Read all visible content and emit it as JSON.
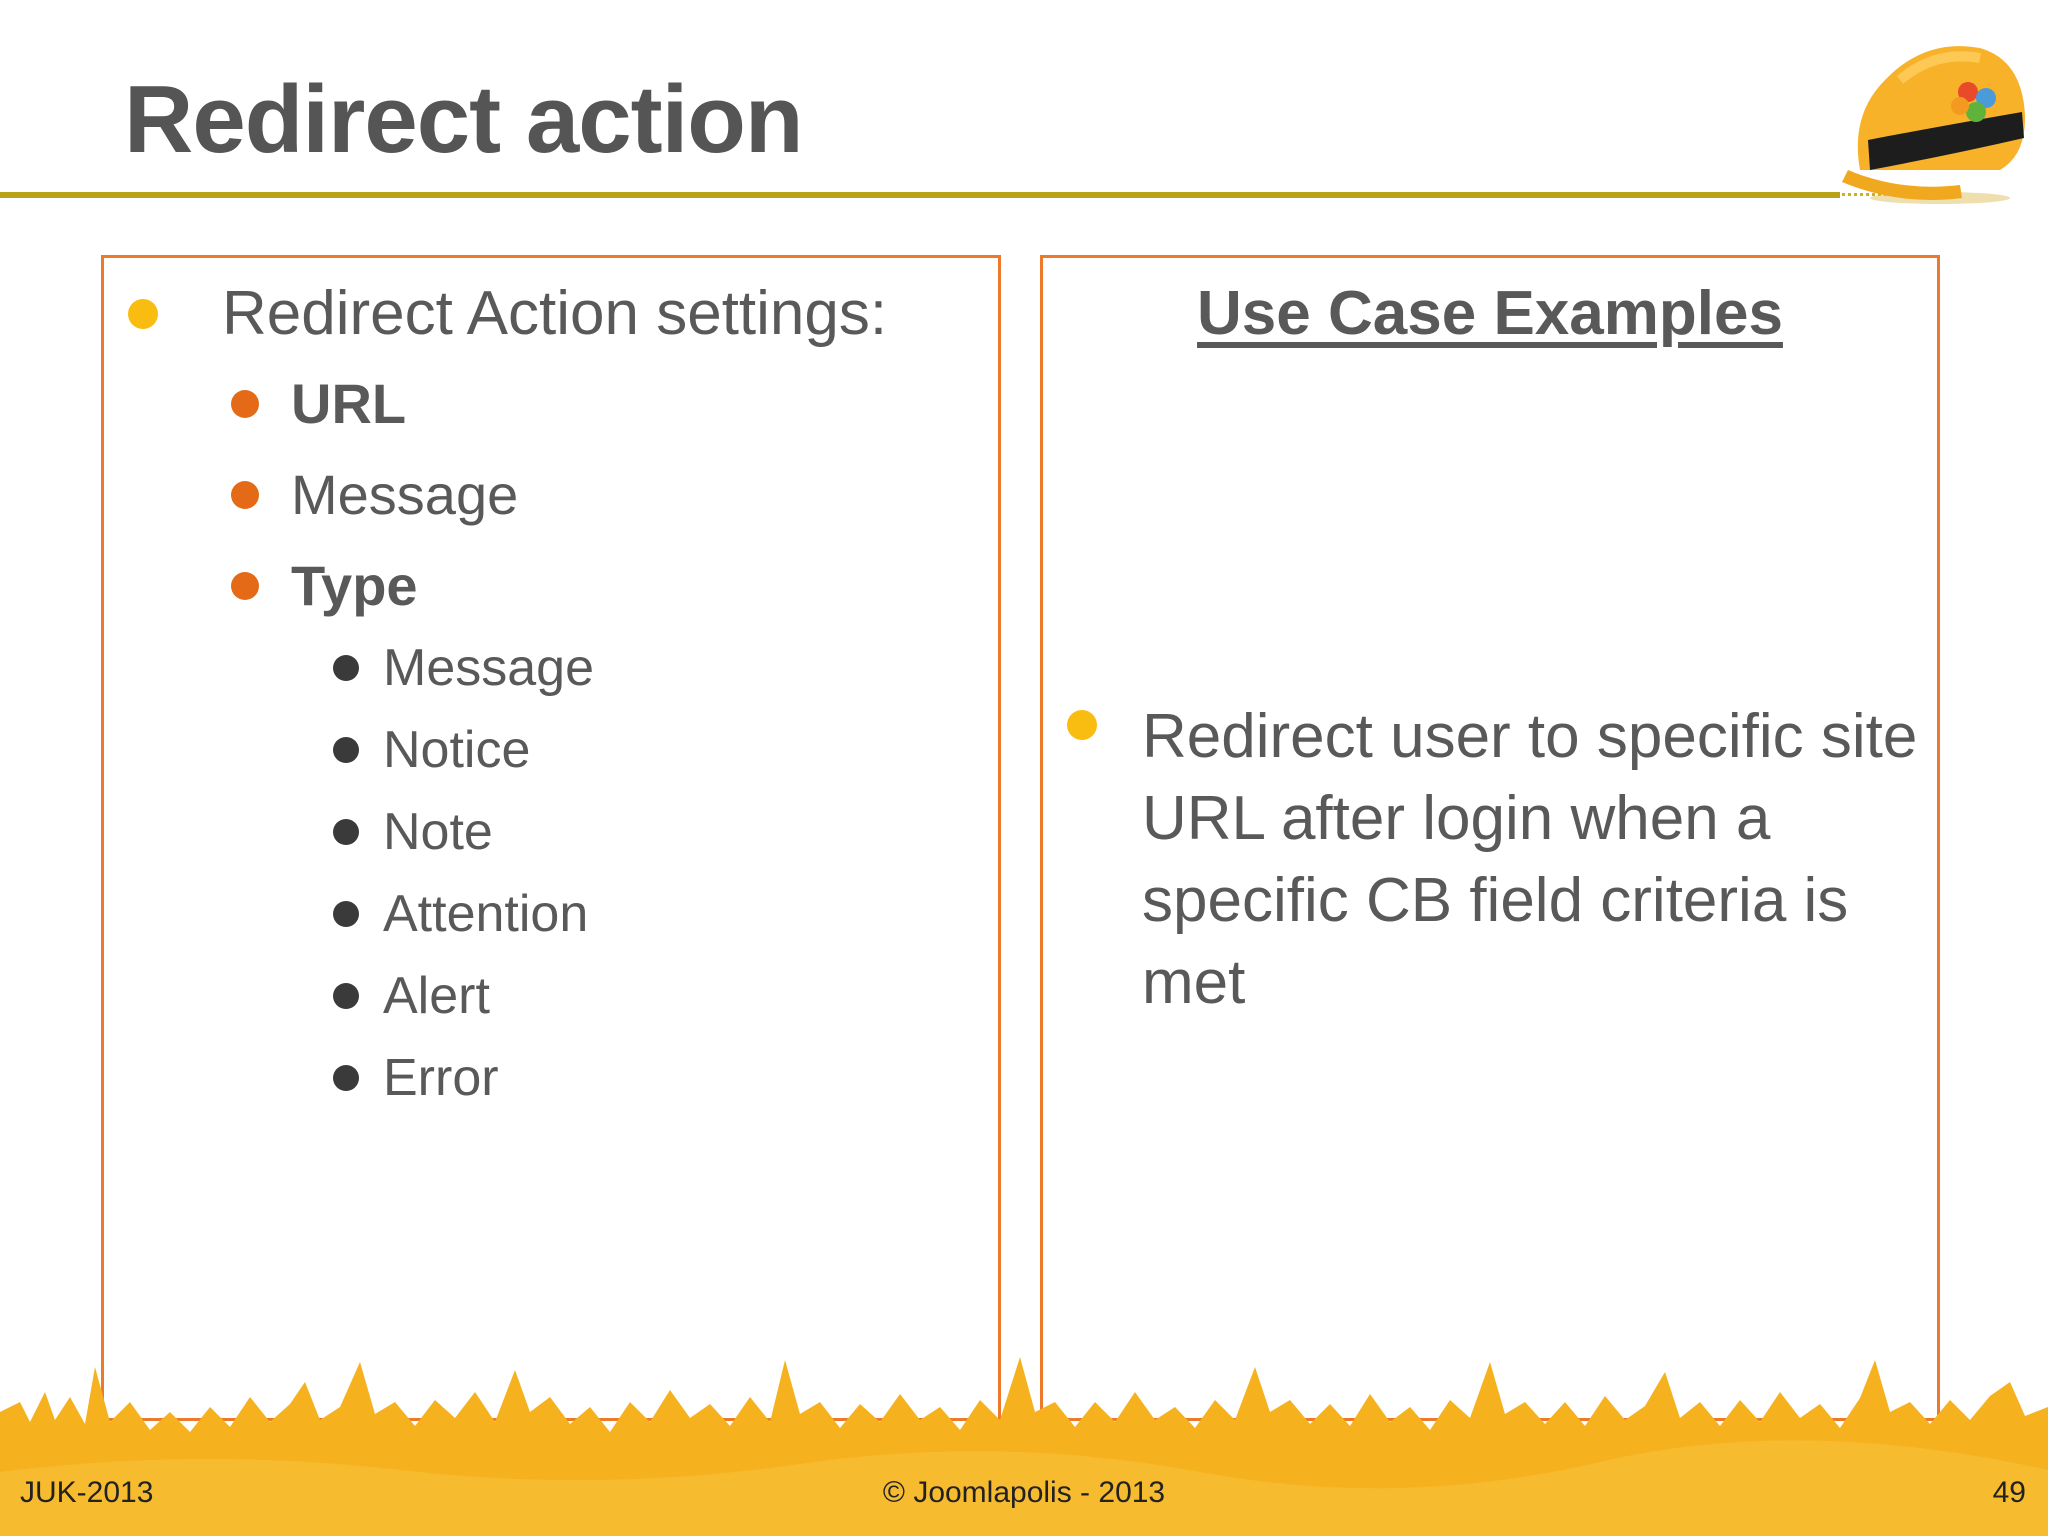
{
  "slide": {
    "title": "Redirect action",
    "slide_number": "49"
  },
  "left_panel": {
    "heading": "Redirect Action settings:",
    "items": [
      {
        "label": "URL"
      },
      {
        "label": "Message"
      },
      {
        "label": "Type"
      }
    ],
    "type_options": [
      "Message",
      "Notice",
      "Note",
      "Attention",
      "Alert",
      "Error"
    ]
  },
  "right_panel": {
    "heading": "Use Case Examples",
    "bullet": "Redirect user to specific site URL after login when a specific CB field criteria is met"
  },
  "footer": {
    "left": "JUK-2013",
    "center": "© Joomlapolis - 2013"
  },
  "colors": {
    "accent_orange": "#e56a18",
    "accent_yellow": "#f9bd12",
    "panel_border": "#ec7a2a",
    "title_rule": "#b8a218",
    "text": "#595959"
  },
  "icons": [
    "helmet-logo-icon",
    "crowd-silhouette-icon"
  ]
}
